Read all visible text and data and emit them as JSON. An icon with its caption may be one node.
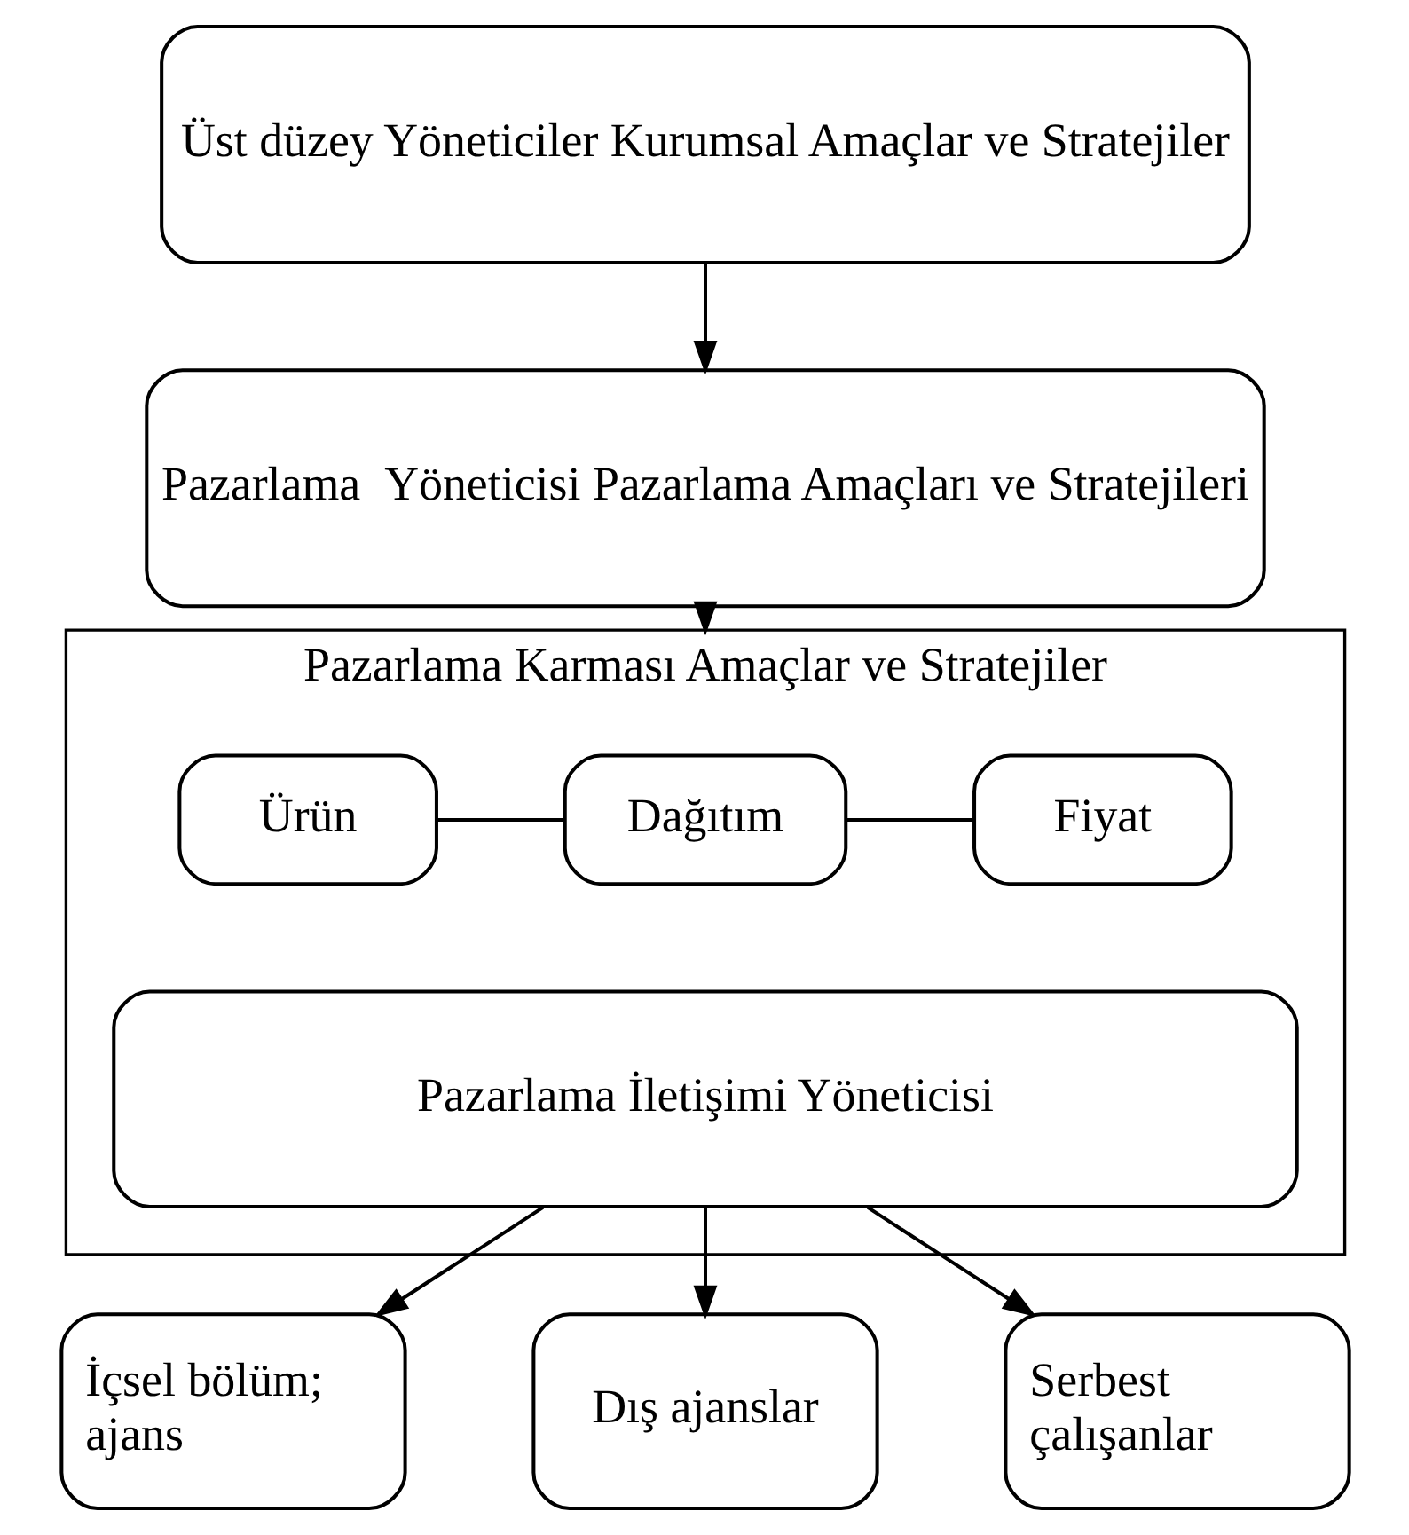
{
  "diagram": {
    "nodes": [
      {
        "text": [
          "Üst düzey Yöneticiler Kurumsal Amaçlar ve Stratejiler"
        ]
      },
      {
        "text": [
          "Pazarlama  Yöneticisi Pazarlama Amaçları ve Stratejileri"
        ]
      },
      {
        "text": [
          "Pazarlama Karması Amaçlar ve Stratejiler"
        ]
      },
      {
        "text": [
          "Ürün"
        ],
        "in": 2
      },
      {
        "text": [
          "Dağıtım"
        ],
        "in": 2
      },
      {
        "text": [
          "Fiyat"
        ],
        "in": 2
      },
      {
        "text": [
          "Pazarlama İletişimi Yöneticisi"
        ],
        "in": 2
      },
      {
        "text": [
          "İçsel bölüm; ajans"
        ]
      },
      {
        "text": [
          "Dış ajanslar"
        ]
      },
      {
        "text": [
          "Serbest çalışanlar"
        ]
      }
    ],
    "edges": [
      {
        "from": 0,
        "to": 1,
        "arrow": "to"
      },
      {
        "from": 1,
        "to": 2,
        "arrow": "to"
      },
      {
        "from": 3,
        "to": 4,
        "arrow": "none"
      },
      {
        "from": 4,
        "to": 5,
        "arrow": "none"
      },
      {
        "from": 6,
        "to": 7,
        "arrow": "to"
      },
      {
        "from": 6,
        "to": 8,
        "arrow": "to"
      },
      {
        "from": 6,
        "to": 9,
        "arrow": "to"
      }
    ]
  }
}
